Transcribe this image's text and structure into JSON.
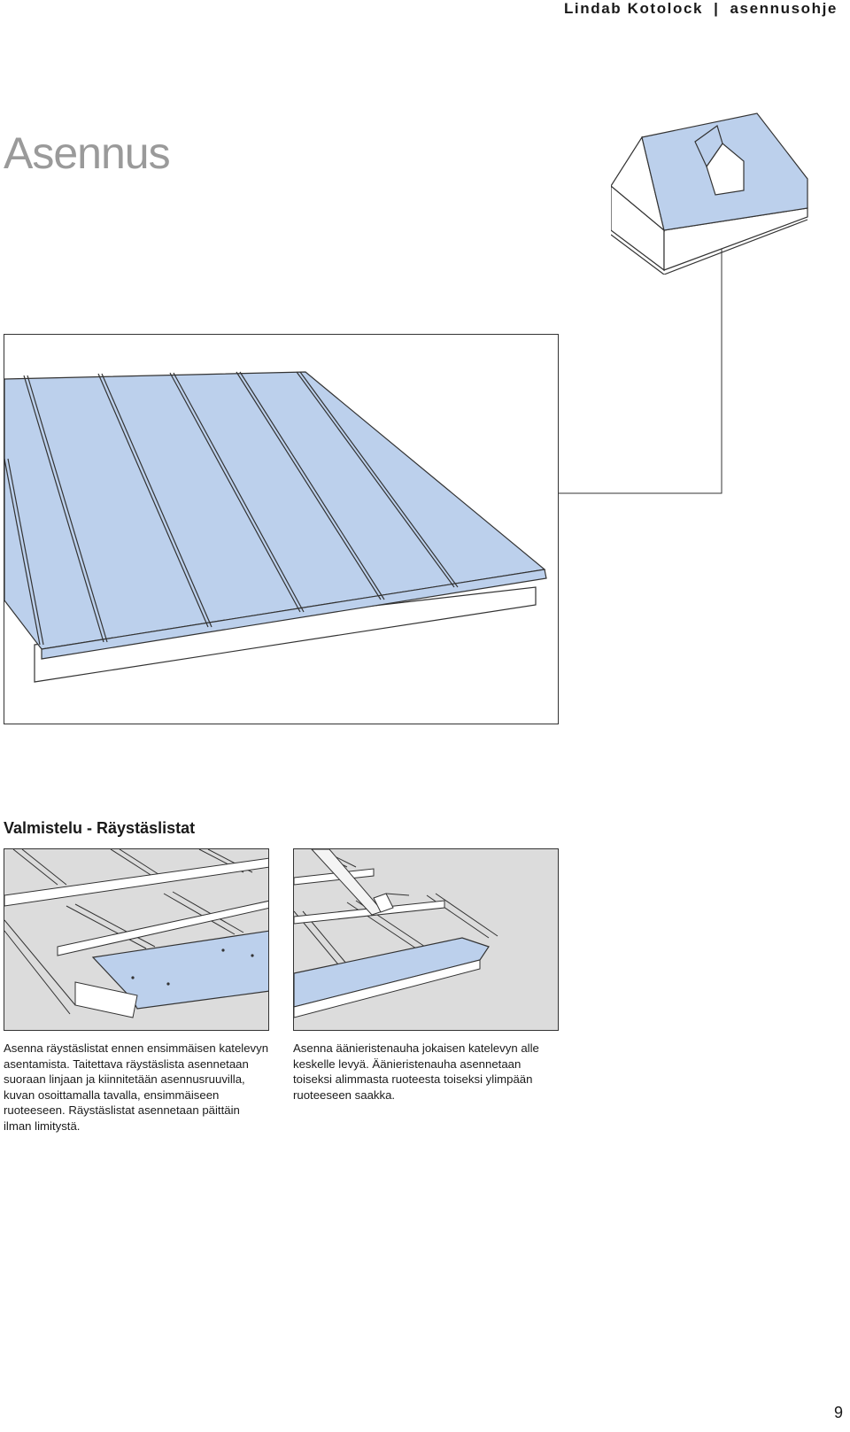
{
  "header": {
    "brand": "Lindab Kotolock",
    "separator": "|",
    "doc_type": "asennusohje"
  },
  "page_title": "Asennus",
  "section": {
    "title": "Valmistelu - Räystäslistat"
  },
  "captions": {
    "left": "Asenna räystäslistat ennen ensimmäisen katelevyn asentamista. Taitettava räystäslista asennetaan suoraan linjaan ja kiinnitetään asennusruuvilla, kuvan osoittamalla tavalla, ensimmäiseen ruoteeseen. Räystäslistat asennetaan päittäin ilman limitystä.",
    "right": "Asenna äänieristenauha jokaisen katelevyn alle keskelle levyä. Äänieristenauha asennetaan toiseksi alimmasta ruoteesta toiseksi ylimpään ruoteeseen saakka."
  },
  "page_number": "9",
  "colors": {
    "roof_blue": "#bcd0ec",
    "batten_grey": "#dcdcdc",
    "line": "#333333",
    "title_grey": "#9a9a9a"
  }
}
